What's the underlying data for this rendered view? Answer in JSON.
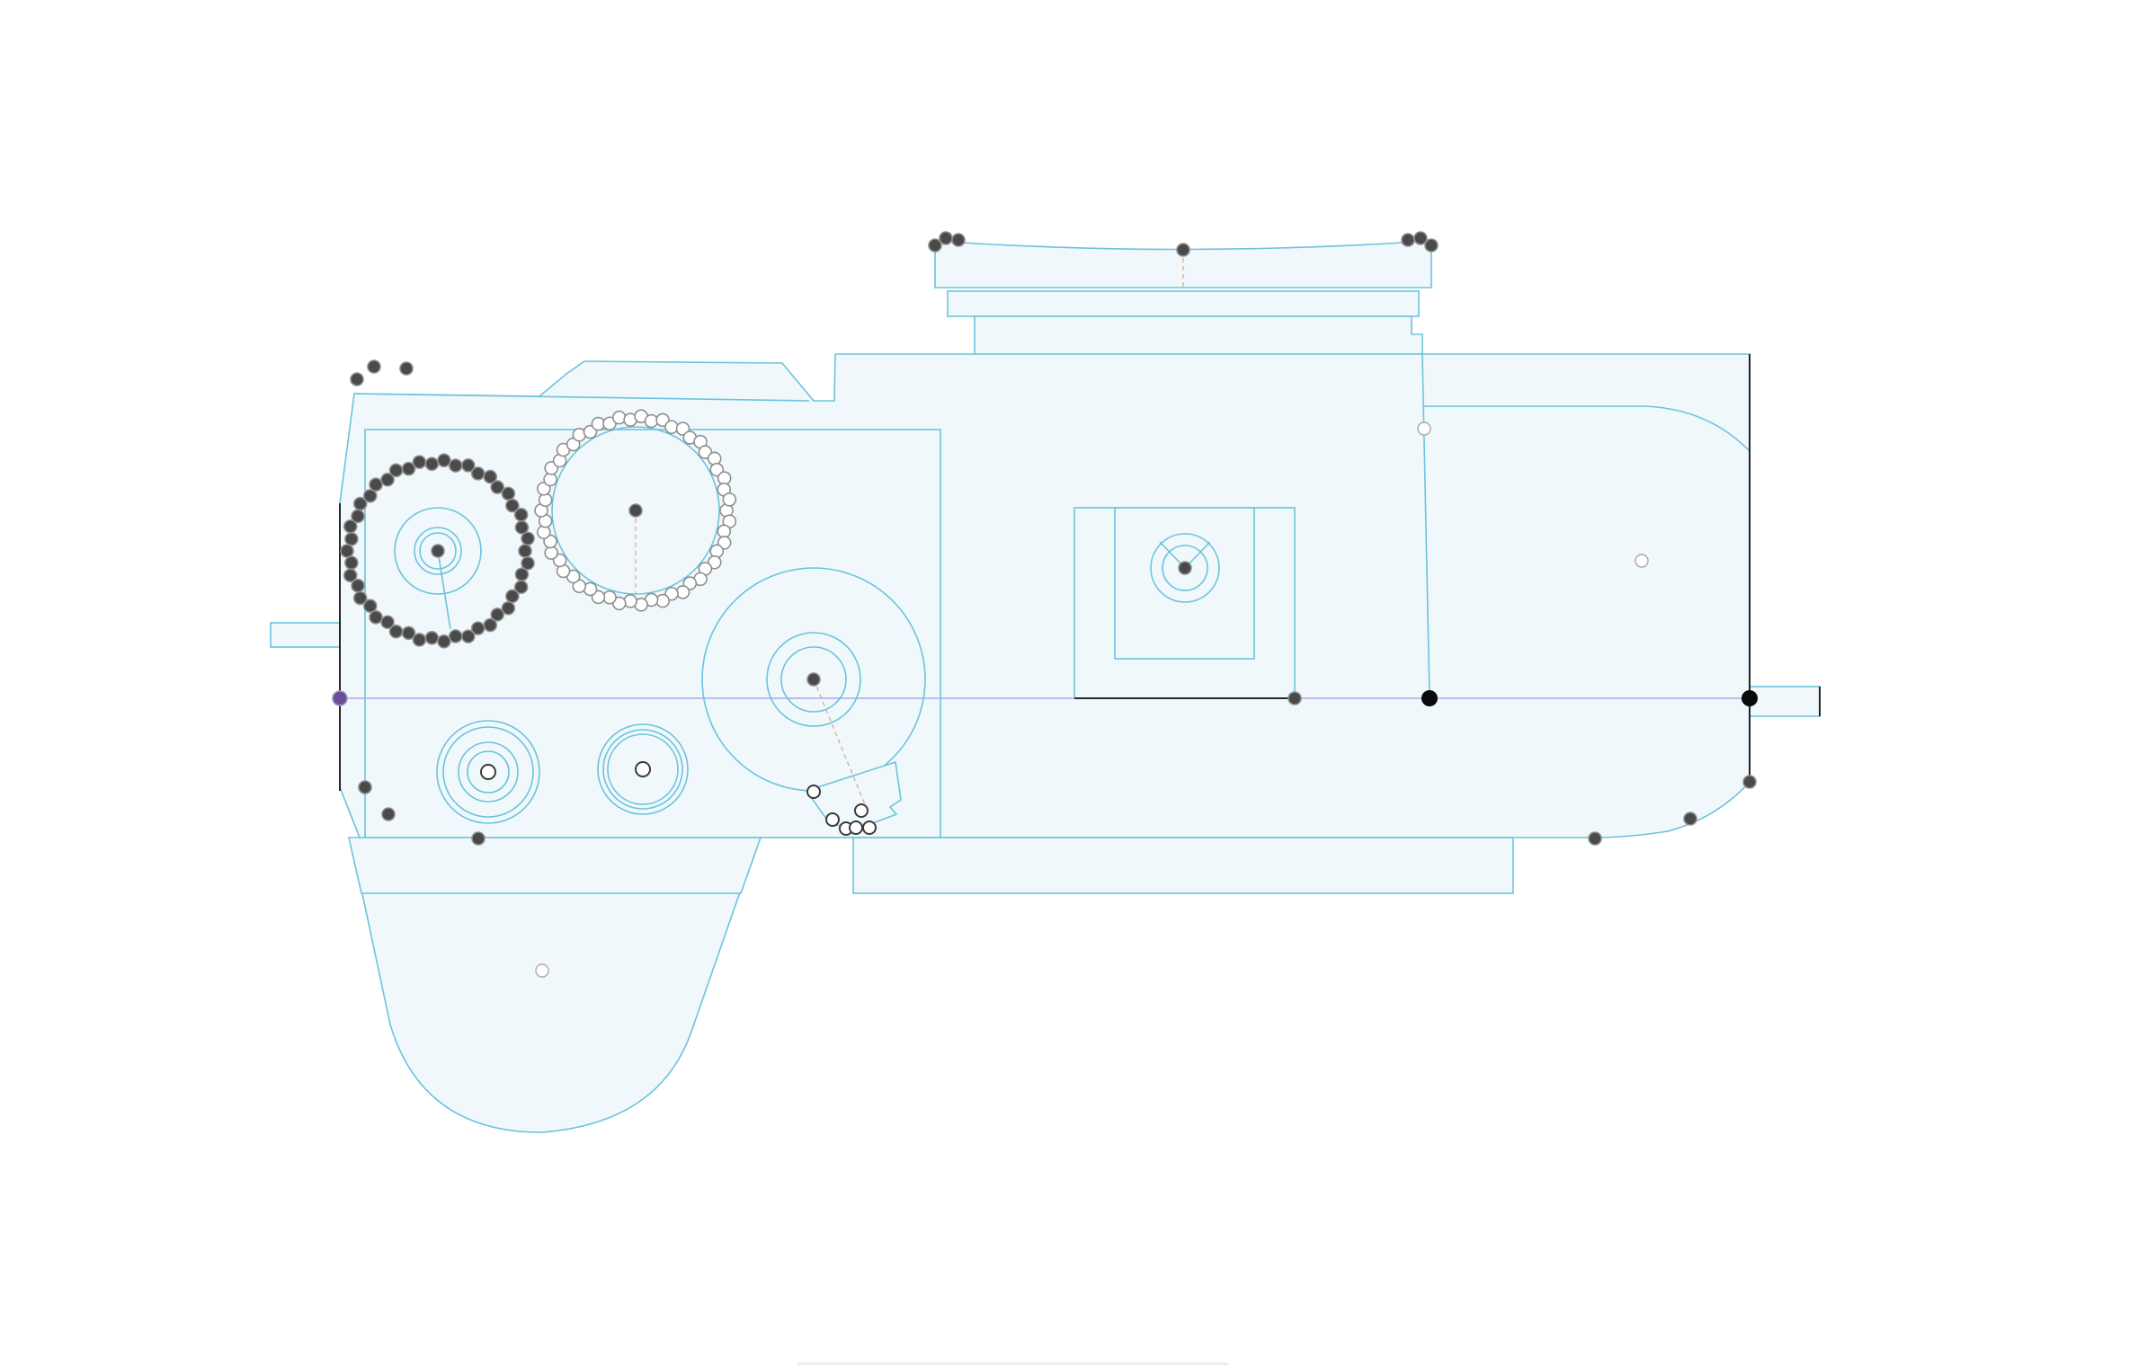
{
  "colors": {
    "body_fill": "#f0f8fc",
    "outline": "#6cc3dd",
    "axis_line": "#a9a9e6",
    "guide_dash": "#d8a882",
    "handle_dark": "#4a4a4a",
    "handle_outline": "#8f8f8f",
    "edge_black": "#111111",
    "origin_handle": "#6a4f96",
    "background": "#ffffff"
  },
  "icons": [
    "gear-ring-dark",
    "gear-ring-light",
    "control-handle",
    "rotation-handle",
    "scrollbar"
  ]
}
